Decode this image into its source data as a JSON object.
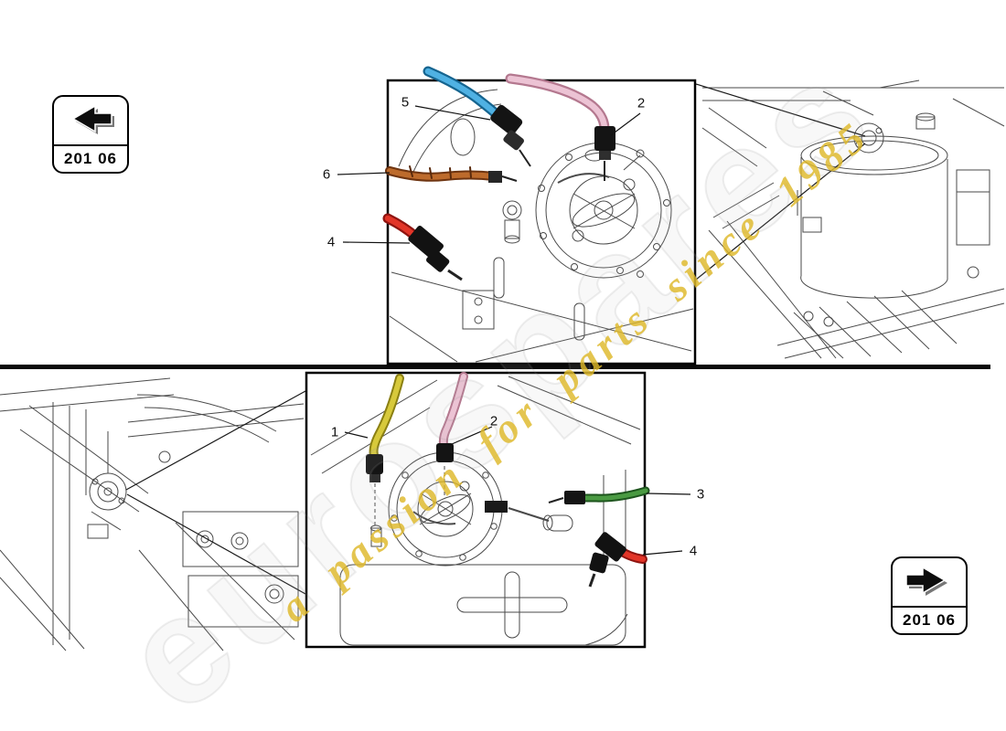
{
  "badges": {
    "top_left": {
      "code": "201 06",
      "icon": "arrow-left-icon"
    },
    "bottom_right": {
      "code": "201 06",
      "icon": "arrow-right-icon"
    }
  },
  "watermark": {
    "logo_text": "eurospares",
    "tagline": "a passion for parts since 1985",
    "tagline_color": "#deb82a"
  },
  "callouts": {
    "upper": [
      {
        "label": "5"
      },
      {
        "label": "2"
      },
      {
        "label": "6"
      },
      {
        "label": "4"
      }
    ],
    "lower": [
      {
        "label": "1"
      },
      {
        "label": "2"
      },
      {
        "label": "3"
      },
      {
        "label": "4"
      }
    ]
  },
  "hoses": {
    "blue": {
      "core": "#4fb1e3",
      "edge": "#15648f"
    },
    "pink": {
      "core": "#ecc3d4",
      "edge": "#b4788f"
    },
    "brown": {
      "core": "#bd6b2c",
      "edge": "#6e3410"
    },
    "red": {
      "core": "#e23528",
      "edge": "#8f1410"
    },
    "yellow": {
      "core": "#d7c93b",
      "edge": "#8a7f12"
    },
    "green": {
      "core": "#4a9a42",
      "edge": "#1d541d"
    }
  }
}
